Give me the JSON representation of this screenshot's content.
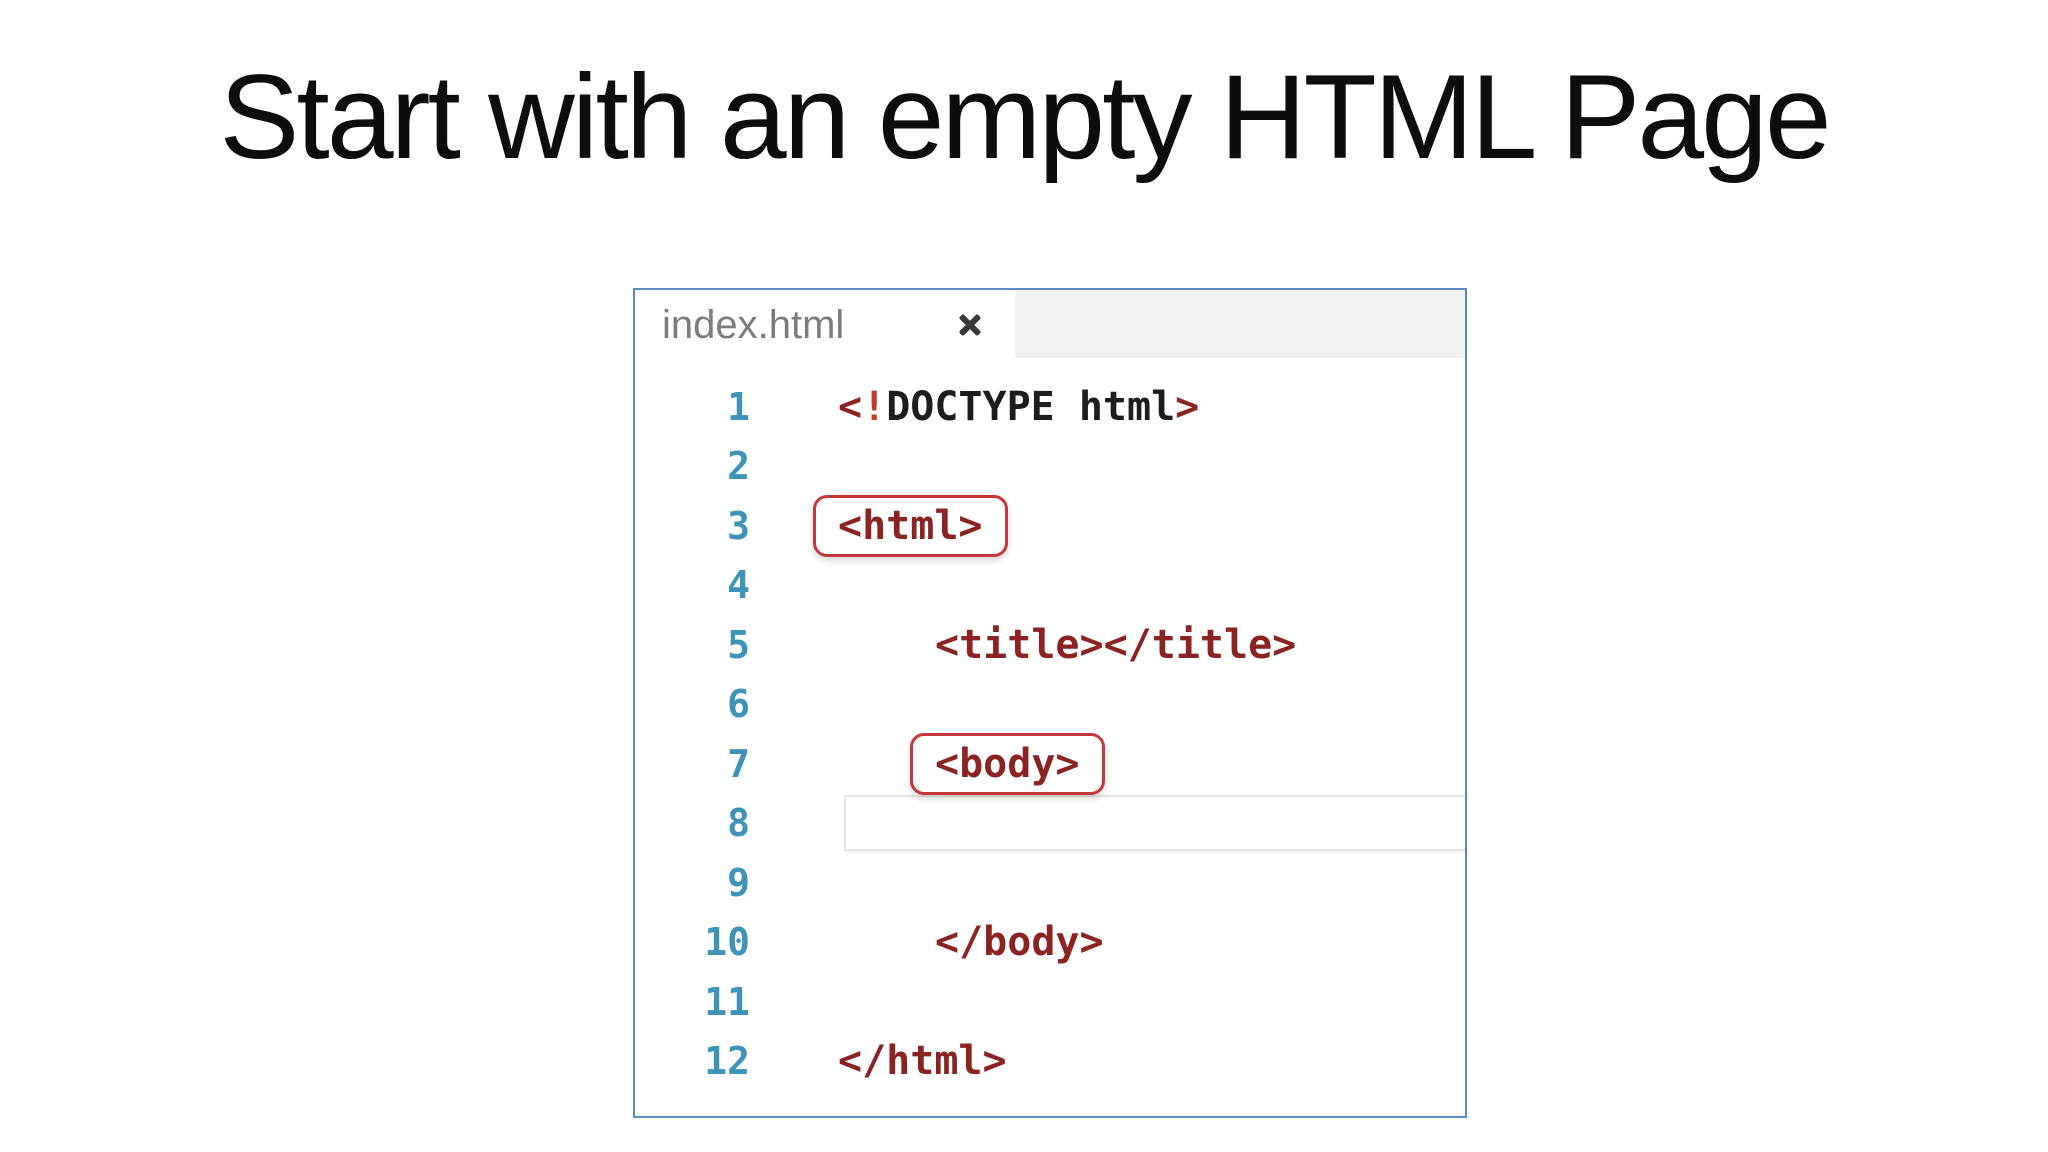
{
  "slide": {
    "title": "Start with an empty HTML Page"
  },
  "editor": {
    "tab": {
      "filename": "index.html",
      "close_icon": "close-x"
    },
    "code_lines": [
      {
        "number": "1",
        "indent": 0,
        "boxed": false,
        "highlight": false,
        "segments": [
          {
            "text": "<",
            "style": "tag"
          },
          {
            "text": "!",
            "style": "bang"
          },
          {
            "text": "DOCTYPE html",
            "style": "keyword"
          },
          {
            "text": ">",
            "style": "tag"
          }
        ]
      },
      {
        "number": "2",
        "indent": 0,
        "boxed": false,
        "highlight": false,
        "segments": []
      },
      {
        "number": "3",
        "indent": 0,
        "boxed": true,
        "highlight": false,
        "segments": [
          {
            "text": "<html>",
            "style": "tag"
          }
        ]
      },
      {
        "number": "4",
        "indent": 0,
        "boxed": false,
        "highlight": false,
        "segments": []
      },
      {
        "number": "5",
        "indent": 1,
        "boxed": false,
        "highlight": false,
        "segments": [
          {
            "text": "<title></title>",
            "style": "tag"
          }
        ]
      },
      {
        "number": "6",
        "indent": 0,
        "boxed": false,
        "highlight": false,
        "segments": []
      },
      {
        "number": "7",
        "indent": 1,
        "boxed": true,
        "highlight": false,
        "segments": [
          {
            "text": "<body>",
            "style": "tag"
          }
        ]
      },
      {
        "number": "8",
        "indent": 0,
        "boxed": false,
        "highlight": true,
        "segments": []
      },
      {
        "number": "9",
        "indent": 0,
        "boxed": false,
        "highlight": false,
        "segments": []
      },
      {
        "number": "10",
        "indent": 1,
        "boxed": false,
        "highlight": false,
        "segments": [
          {
            "text": "</body>",
            "style": "tag"
          }
        ]
      },
      {
        "number": "11",
        "indent": 0,
        "boxed": false,
        "highlight": false,
        "segments": []
      },
      {
        "number": "12",
        "indent": 0,
        "boxed": false,
        "highlight": false,
        "segments": [
          {
            "text": "</html>",
            "style": "tag"
          }
        ]
      }
    ],
    "colors": {
      "frame_border": "#5b8ac2",
      "line_number": "#3e93b8",
      "tag_text": "#8b2323",
      "doctype_keyword": "#1d1d1f",
      "doctype_bang": "#c43b2e",
      "annotation_border": "#c5383a",
      "tab_filler_bg": "#f0f0ee",
      "tab_text": "#7c7c7c"
    }
  }
}
